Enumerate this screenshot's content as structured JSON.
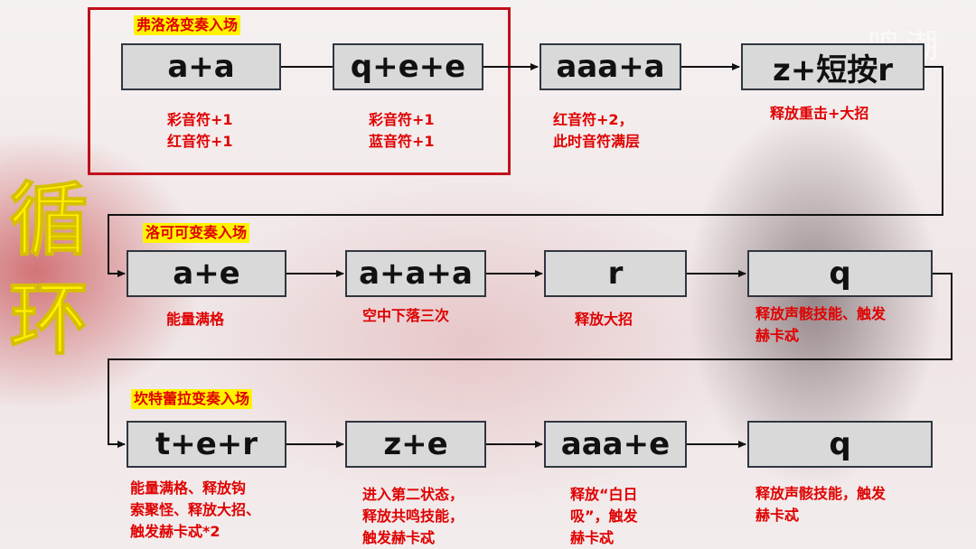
{
  "background_text": "鸣潮",
  "loop_chars": [
    "循",
    "环"
  ],
  "stages": [
    {
      "label": "弗洛洛变奏入场"
    },
    {
      "label": "洛可可变奏入场"
    },
    {
      "label": "坎特蕾拉变奏入场"
    }
  ],
  "rows": [
    {
      "boxes": [
        {
          "text": "a+a",
          "notes": [
            "彩音符+1",
            "红音符+1"
          ]
        },
        {
          "text": "q+e+e",
          "notes": [
            "彩音符+1",
            "蓝音符+1"
          ]
        },
        {
          "text": "aaa+a",
          "notes": [
            "红音符+2，",
            "此时音符满层"
          ]
        },
        {
          "text": "z+短按r",
          "notes": [
            "释放重击+大招"
          ]
        }
      ]
    },
    {
      "boxes": [
        {
          "text": "a+e",
          "notes": [
            "能量满格"
          ]
        },
        {
          "text": "a+a+a",
          "notes": [
            "空中下落三次"
          ]
        },
        {
          "text": "r",
          "notes": [
            "释放大招"
          ]
        },
        {
          "text": "q",
          "notes": [
            "释放声骸技能、触发",
            "赫卡忒"
          ]
        }
      ]
    },
    {
      "boxes": [
        {
          "text": "t+e+r",
          "notes": [
            "能量满格、释放钩",
            "索聚怪、释放大招、",
            "触发赫卡忒*2"
          ]
        },
        {
          "text": "z+e",
          "notes": [
            "进入第二状态，",
            "释放共鸣技能，",
            "触发赫卡忒"
          ]
        },
        {
          "text": "aaa+e",
          "notes": [
            "释放“白日",
            "吸”，触发",
            "赫卡忒"
          ]
        },
        {
          "text": "q",
          "notes": [
            "释放声骸技能，触发",
            "赫卡忒"
          ]
        }
      ]
    }
  ],
  "colors": {
    "highlight_border": "#c0101a",
    "stage_label_bg": "#fff200",
    "note_text": "#e00000",
    "loop_text": "#ffee00",
    "box_fill": "#d9d9d9"
  }
}
